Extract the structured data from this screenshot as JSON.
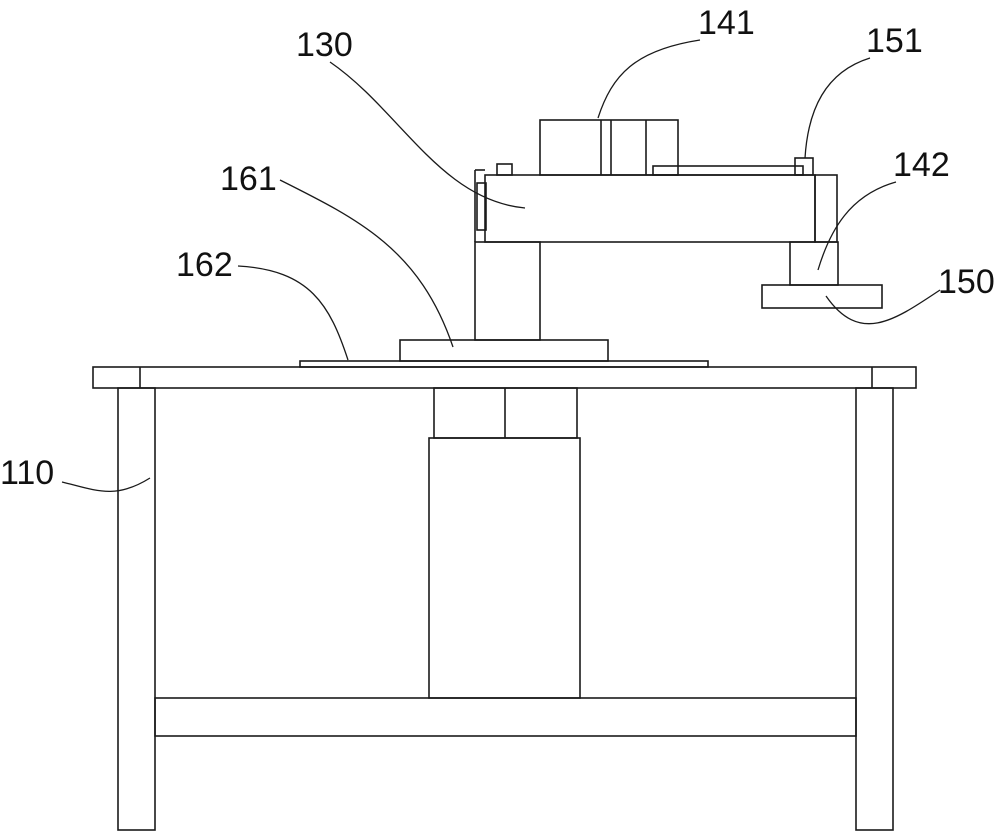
{
  "diagram": {
    "labels": {
      "l110": "110",
      "l130": "130",
      "l141": "141",
      "l142": "142",
      "l150": "150",
      "l151": "151",
      "l161": "161",
      "l162": "162"
    },
    "colors": {
      "stroke": "#1a1a1a",
      "background": "#ffffff"
    }
  }
}
